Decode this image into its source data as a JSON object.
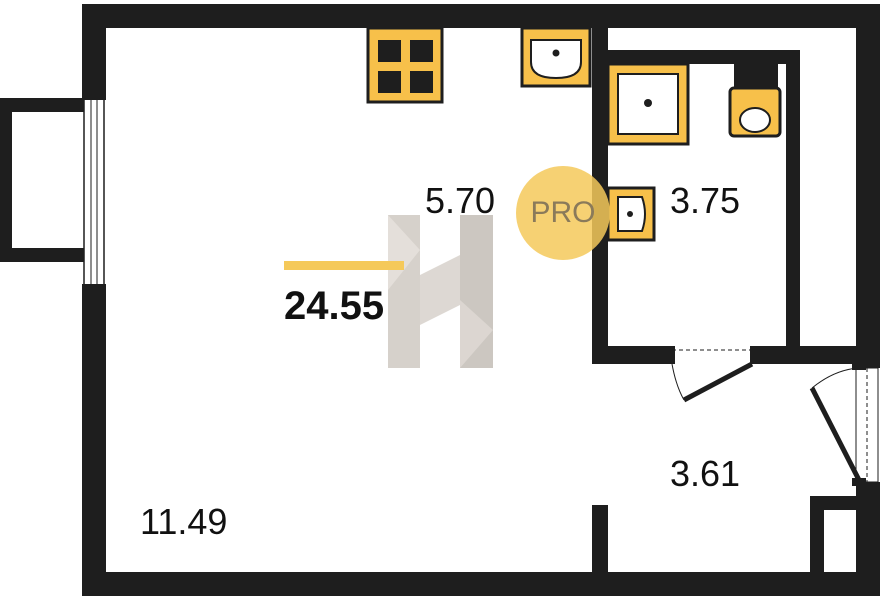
{
  "plan": {
    "total_area": "24.55",
    "rooms": [
      {
        "id": "living",
        "area": "11.49"
      },
      {
        "id": "kitchen",
        "area": "5.70"
      },
      {
        "id": "bathroom",
        "area": "3.75"
      },
      {
        "id": "hallway",
        "area": "3.61"
      }
    ],
    "badge": "PRO"
  },
  "colors": {
    "wall": "#1e1e1e",
    "fixture_fill": "#f7c04a",
    "fixture_stroke": "#1e1e1e",
    "accent_bar": "#f5c95a",
    "badge": "#f5c95a",
    "badge_text": "#8a7a5a",
    "watermark": "#c8c2bc"
  }
}
